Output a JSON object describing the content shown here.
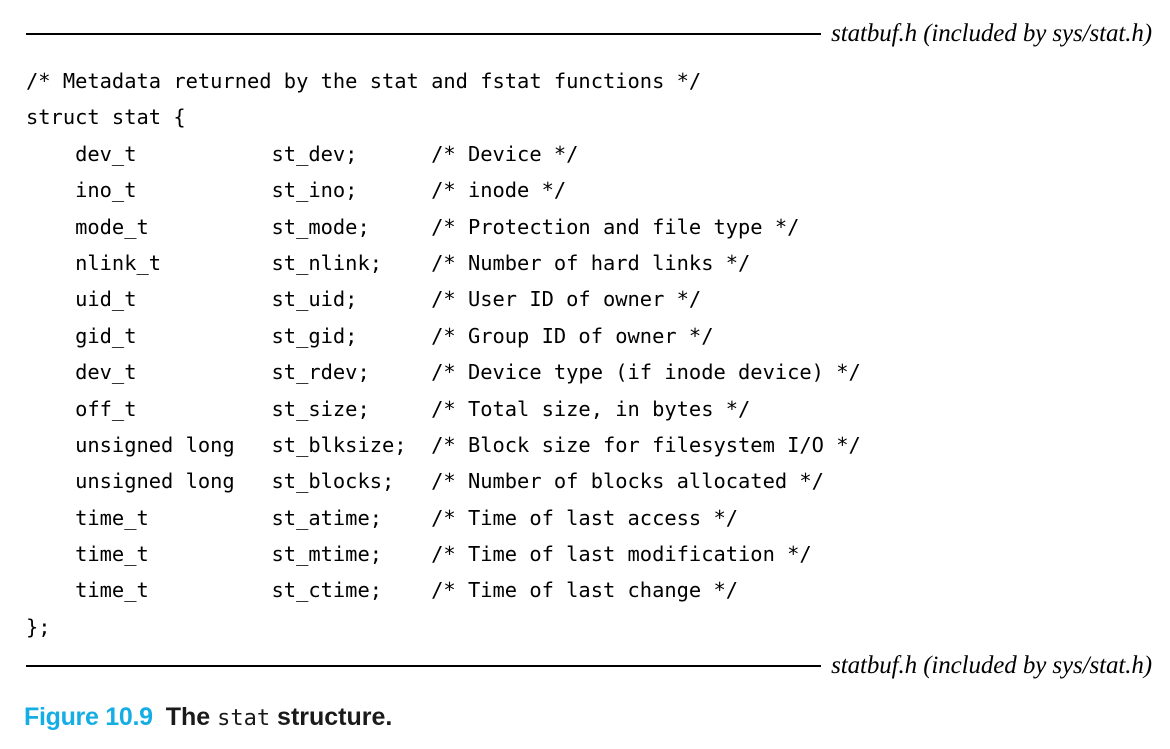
{
  "figure": {
    "header_rule_label": "statbuf.h (included by sys/stat.h)",
    "footer_rule_label": "statbuf.h (included by sys/stat.h)",
    "accent_color": "#14AEE5",
    "text_color": "#000000",
    "background_color": "#FFFFFF",
    "caption": {
      "number": "Figure 10.9",
      "text_before": "The ",
      "mono": "stat",
      "text_after": " structure."
    },
    "code": {
      "language": "c",
      "lines": [
        "/* Metadata returned by the stat and fstat functions */",
        "struct stat {",
        "    dev_t           st_dev;      /* Device */",
        "    ino_t           st_ino;      /* inode */",
        "    mode_t          st_mode;     /* Protection and file type */",
        "    nlink_t         st_nlink;    /* Number of hard links */",
        "    uid_t           st_uid;      /* User ID of owner */",
        "    gid_t           st_gid;      /* Group ID of owner */",
        "    dev_t           st_rdev;     /* Device type (if inode device) */",
        "    off_t           st_size;     /* Total size, in bytes */",
        "    unsigned long   st_blksize;  /* Block size for filesystem I/O */",
        "    unsigned long   st_blocks;   /* Number of blocks allocated */",
        "    time_t          st_atime;    /* Time of last access */",
        "    time_t          st_mtime;    /* Time of last modification */",
        "    time_t          st_ctime;    /* Time of last change */",
        "};"
      ],
      "fields": [
        {
          "type": "dev_t",
          "member": "st_dev",
          "comment": "Device"
        },
        {
          "type": "ino_t",
          "member": "st_ino",
          "comment": "inode"
        },
        {
          "type": "mode_t",
          "member": "st_mode",
          "comment": "Protection and file type"
        },
        {
          "type": "nlink_t",
          "member": "st_nlink",
          "comment": "Number of hard links"
        },
        {
          "type": "uid_t",
          "member": "st_uid",
          "comment": "User ID of owner"
        },
        {
          "type": "gid_t",
          "member": "st_gid",
          "comment": "Group ID of owner"
        },
        {
          "type": "dev_t",
          "member": "st_rdev",
          "comment": "Device type (if inode device)"
        },
        {
          "type": "off_t",
          "member": "st_size",
          "comment": "Total size, in bytes"
        },
        {
          "type": "unsigned long",
          "member": "st_blksize",
          "comment": "Block size for filesystem I/O"
        },
        {
          "type": "unsigned long",
          "member": "st_blocks",
          "comment": "Number of blocks allocated"
        },
        {
          "type": "time_t",
          "member": "st_atime",
          "comment": "Time of last access"
        },
        {
          "type": "time_t",
          "member": "st_mtime",
          "comment": "Time of last modification"
        },
        {
          "type": "time_t",
          "member": "st_ctime",
          "comment": "Time of last change"
        }
      ]
    }
  }
}
